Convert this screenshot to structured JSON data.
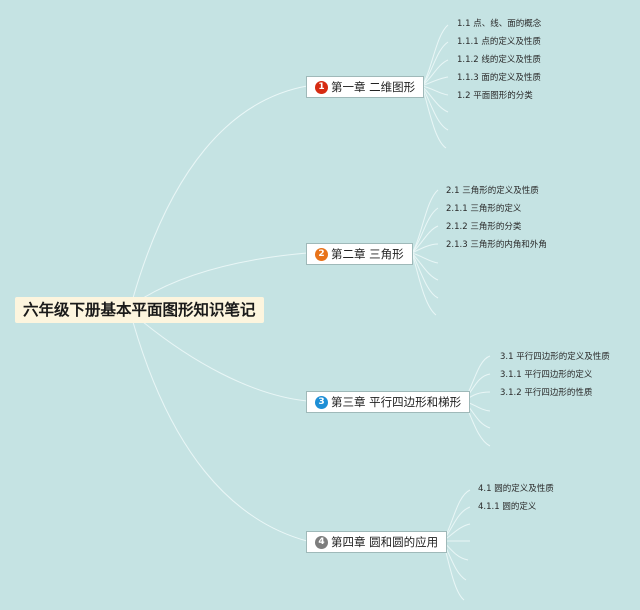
{
  "root": {
    "title": "六年级下册基本平面图形知识笔记"
  },
  "chapters": [
    {
      "number": "1",
      "color": "#d62b12",
      "title": "第一章 二维图形",
      "items": [
        "1.1 点、线、面的概念",
        "1.1.1 点的定义及性质",
        "1.1.2 线的定义及性质",
        "1.1.3 面的定义及性质",
        "1.2 平面图形的分类"
      ]
    },
    {
      "number": "2",
      "color": "#e8731a",
      "title": "第二章 三角形",
      "items": [
        "2.1 三角形的定义及性质",
        "2.1.1 三角形的定义",
        "2.1.2 三角形的分类",
        "2.1.3 三角形的内角和外角"
      ]
    },
    {
      "number": "3",
      "color": "#1e8fd6",
      "title": "第三章 平行四边形和梯形",
      "items": [
        "3.1 平行四边形的定义及性质",
        "3.1.1 平行四边形的定义",
        "3.1.2 平行四边形的性质"
      ]
    },
    {
      "number": "4",
      "color": "#7d7d7d",
      "title": "第四章 圆和圆的应用",
      "items": [
        "4.1 圆的定义及性质",
        "4.1.1 圆的定义"
      ]
    }
  ],
  "colors": {
    "background": "#c5e3e3",
    "root_bg": "#fdf5de",
    "line": "#eaf7f7"
  }
}
